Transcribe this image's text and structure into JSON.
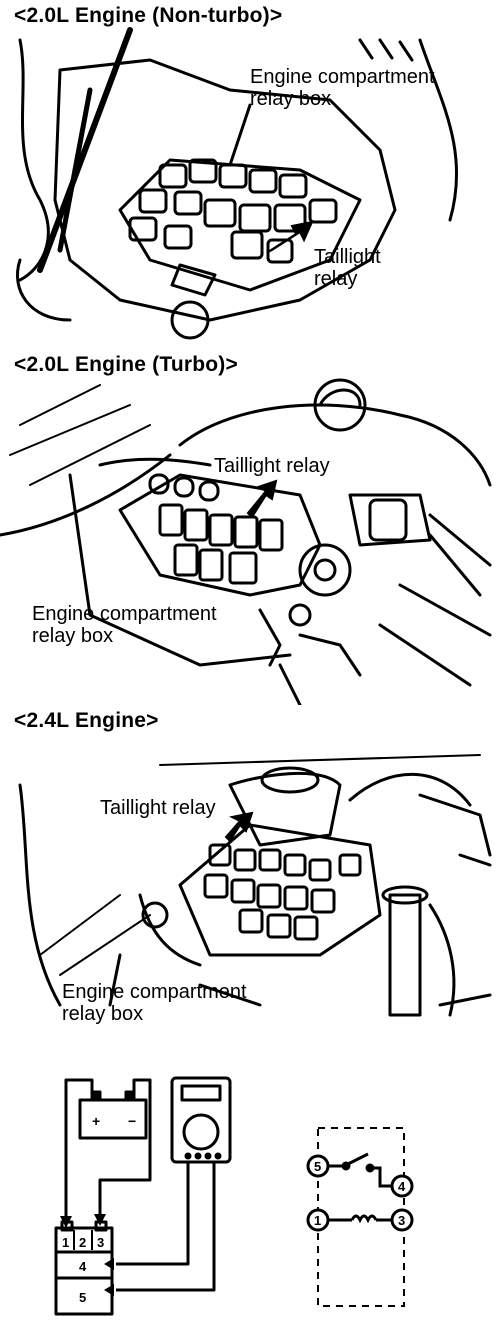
{
  "sections": [
    {
      "heading": "<2.0L Engine (Non-turbo)>",
      "relay_box_label": [
        "Engine compartment",
        "relay box"
      ],
      "taillight_label": [
        "Taillight",
        "relay"
      ]
    },
    {
      "heading": "<2.0L Engine (Turbo)>",
      "taillight_label": [
        "Taillight relay"
      ],
      "relay_box_label": [
        "Engine compartment",
        "relay box"
      ]
    },
    {
      "heading": "<2.4L Engine>",
      "taillight_label": [
        "Taillight relay"
      ],
      "relay_box_label": [
        "Engine compartment",
        "relay box"
      ]
    }
  ],
  "test_circuit": {
    "battery_plus": "+",
    "battery_minus": "−",
    "relay_pins_top": [
      "1",
      "2",
      "3"
    ],
    "relay_pins_side": [
      "4",
      "5"
    ]
  },
  "schematic": {
    "terminals": [
      "5",
      "4",
      "1",
      "3"
    ]
  }
}
